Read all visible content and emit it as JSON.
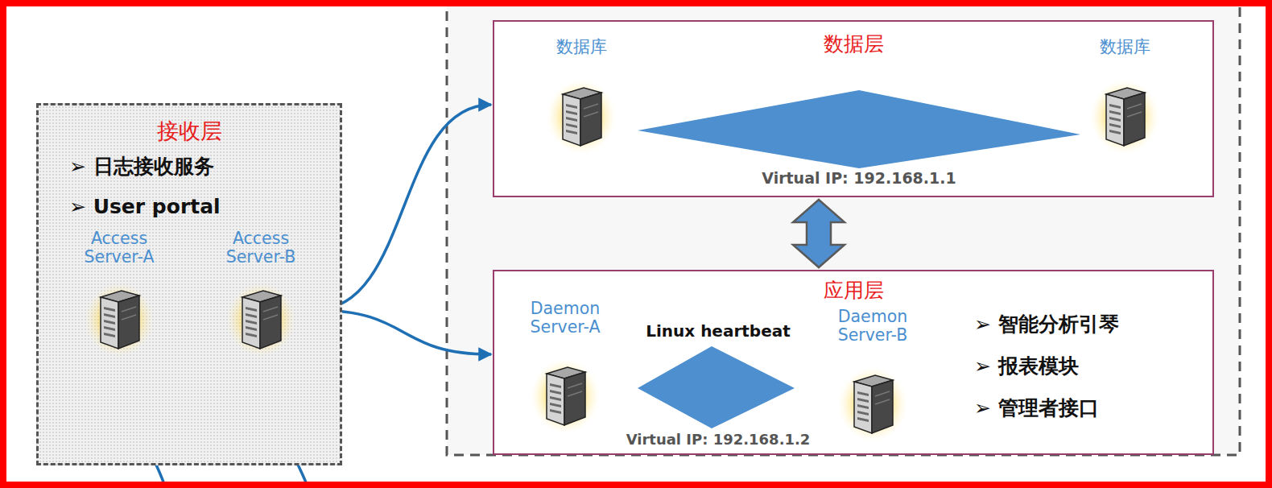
{
  "diagram": {
    "nodes": [
      {
        "text": [
          "接收层",
          "➢ 日志接收服务",
          "➢ User portal"
        ]
      },
      {
        "text": [
          "Access Server-A"
        ],
        "in": 0
      },
      {
        "text": [
          "Access Server-B"
        ],
        "in": 0
      },
      {
        "text": [
          "数据层"
        ]
      },
      {
        "text": [
          "数据库"
        ],
        "in": 3
      },
      {
        "text": [
          "Virtual IP: 192.168.1.1"
        ],
        "in": 3
      },
      {
        "text": [
          "数据库"
        ],
        "in": 3
      },
      {
        "text": [
          "应用层",
          "➢ 智能分析引琴",
          "➢ 报表模块",
          "➢ 管理者接口"
        ]
      },
      {
        "text": [
          "Daemon Server-A"
        ],
        "in": 7
      },
      {
        "text": [
          "Linux heartbeat",
          "Virtual IP: 192.168.1.2"
        ],
        "in": 7
      },
      {
        "text": [
          "Daemon Server-B"
        ],
        "in": 7
      }
    ],
    "edges": [
      {
        "from": 2,
        "to": 3,
        "arrow": "to"
      },
      {
        "from": 2,
        "to": 7,
        "arrow": "both"
      },
      {
        "from": 3,
        "to": 7,
        "arrow": "both"
      }
    ]
  }
}
